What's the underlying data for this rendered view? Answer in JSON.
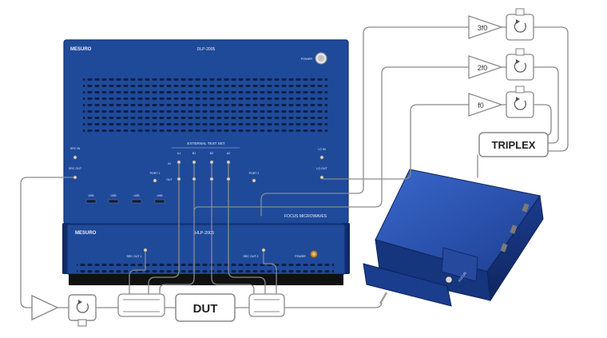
{
  "dlp": {
    "brand": "MESURO",
    "model": "DLP-2005",
    "power_label": "POWER",
    "ext_test_set": "EXTERNAL TEST SET",
    "src_in": "SRC IN",
    "src_out": "SRC OUT",
    "port1": "PORT 1",
    "port2": "PORT 2",
    "in_label": "IN",
    "out_label": "OUT",
    "lo_in": "LO IN",
    "lo_out": "LO OUT",
    "a1": "A1",
    "b1": "B1",
    "b2": "B2",
    "a2": "A2",
    "usb": [
      "USB",
      "USB",
      "USB",
      "USB"
    ],
    "focus_brand": "FOCUS MICROWAVES"
  },
  "hlp": {
    "brand": "MESURO",
    "model": "HLP-2005",
    "src_out1": "SRC OUT 1",
    "src_out2": "SRC OUT 2",
    "power_label": "POWER"
  },
  "blocks": {
    "f3": "3f0",
    "f2": "2f0",
    "f1": "f0",
    "triplex": "TRIPLEX",
    "dut": "DUT"
  },
  "tuner": {
    "label": "FOCUS"
  },
  "colors": {
    "panel_blue": "#1f4a9a",
    "panel_dark": "#143779",
    "wire_gray": "#8a8a8a",
    "tuner_blue": "#2a56b8"
  },
  "icons": {
    "circulator": "circulator-icon",
    "amplifier": "amplifier-triangle-icon"
  }
}
